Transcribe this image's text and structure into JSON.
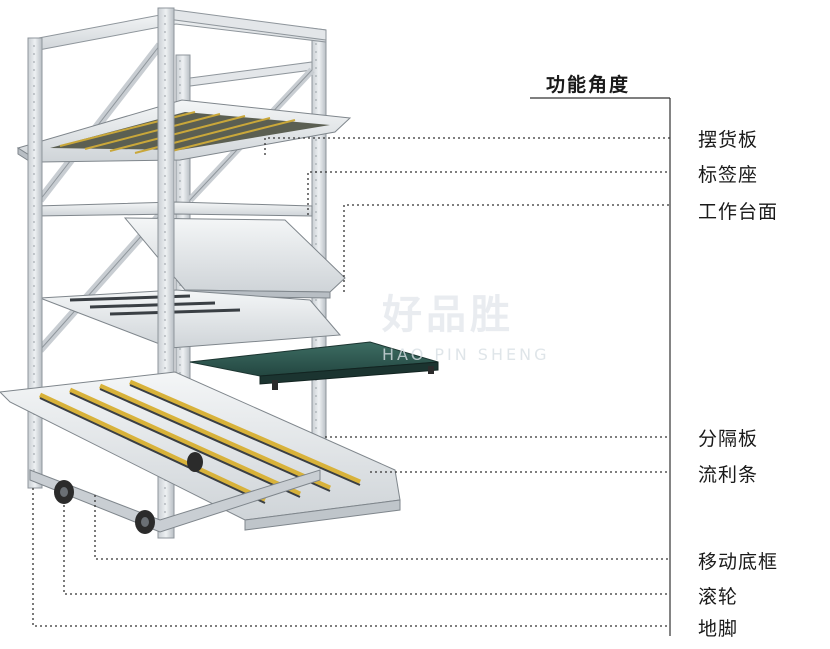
{
  "diagram": {
    "heading": "功能角度",
    "labels": {
      "item1": "摆货板",
      "item2": "标签座",
      "item3": "工作台面",
      "item4": "分隔板",
      "item5": "流利条",
      "item6": "移动底框",
      "item7": "滚轮",
      "item8": "地脚"
    },
    "watermark": {
      "cn": "好品胜",
      "en": "HAO PIN SHENG"
    }
  },
  "colors": {
    "frame": "#d9dde1",
    "frame_edge": "#8f969c",
    "tray": "#e9ecef",
    "roller_yellow": "#d8b23a",
    "roller_dark": "#3a3f44",
    "work_surface": "#2f5a52",
    "wheel": "#2b2b2b",
    "leader_line": "#333333"
  }
}
